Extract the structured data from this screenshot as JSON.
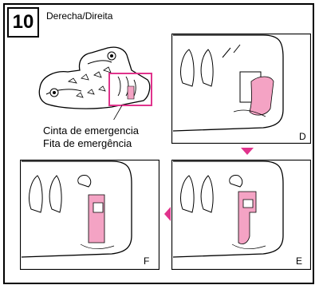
{
  "step": {
    "number": "10",
    "side_label": "Derecha/Direita"
  },
  "callout": {
    "label_es": "Cinta de emergencia",
    "label_pt": "Fita de emergência"
  },
  "panels": [
    {
      "id": "D",
      "letter": "D"
    },
    {
      "id": "E",
      "letter": "E"
    },
    {
      "id": "F",
      "letter": "F"
    }
  ],
  "colors": {
    "accent_magenta": "#e0338c",
    "strap_pink": "#f4a3c4",
    "line": "#000000"
  }
}
